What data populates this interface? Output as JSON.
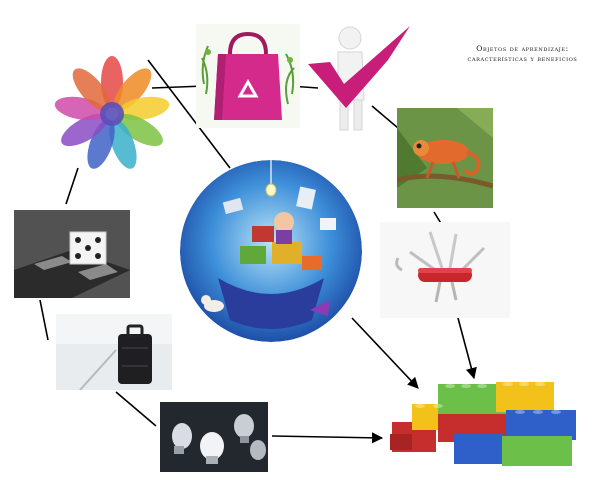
{
  "title": {
    "line1": "Objetos de aprendizaje:",
    "line2": "características y beneficios"
  },
  "nodes": [
    {
      "id": "hands-circle",
      "icon": "colorful-hands-icon"
    },
    {
      "id": "recycle-bag",
      "icon": "recycle-icon"
    },
    {
      "id": "checkmark-figure",
      "icon": "checkmark-icon"
    },
    {
      "id": "chameleon",
      "icon": "chameleon-icon"
    },
    {
      "id": "swiss-knife",
      "icon": "knife-icon"
    },
    {
      "id": "lego-blocks",
      "icon": "lego-icon"
    },
    {
      "id": "light-bulbs",
      "icon": "lightbulb-icon"
    },
    {
      "id": "suitcase",
      "icon": "suitcase-icon"
    },
    {
      "id": "dice",
      "icon": "dice-icon"
    },
    {
      "id": "center-globe",
      "icon": "learning-objects-icon"
    }
  ],
  "colors": {
    "connector": "#000000",
    "globe_blue": "#2a6fc9",
    "bag_pink": "#d42a8c",
    "check_pink": "#c81e7a",
    "lego_green": "#6cc04a",
    "lego_yellow": "#f2c21b",
    "lego_red": "#c62d2d",
    "lego_blue": "#2f5fc8"
  }
}
